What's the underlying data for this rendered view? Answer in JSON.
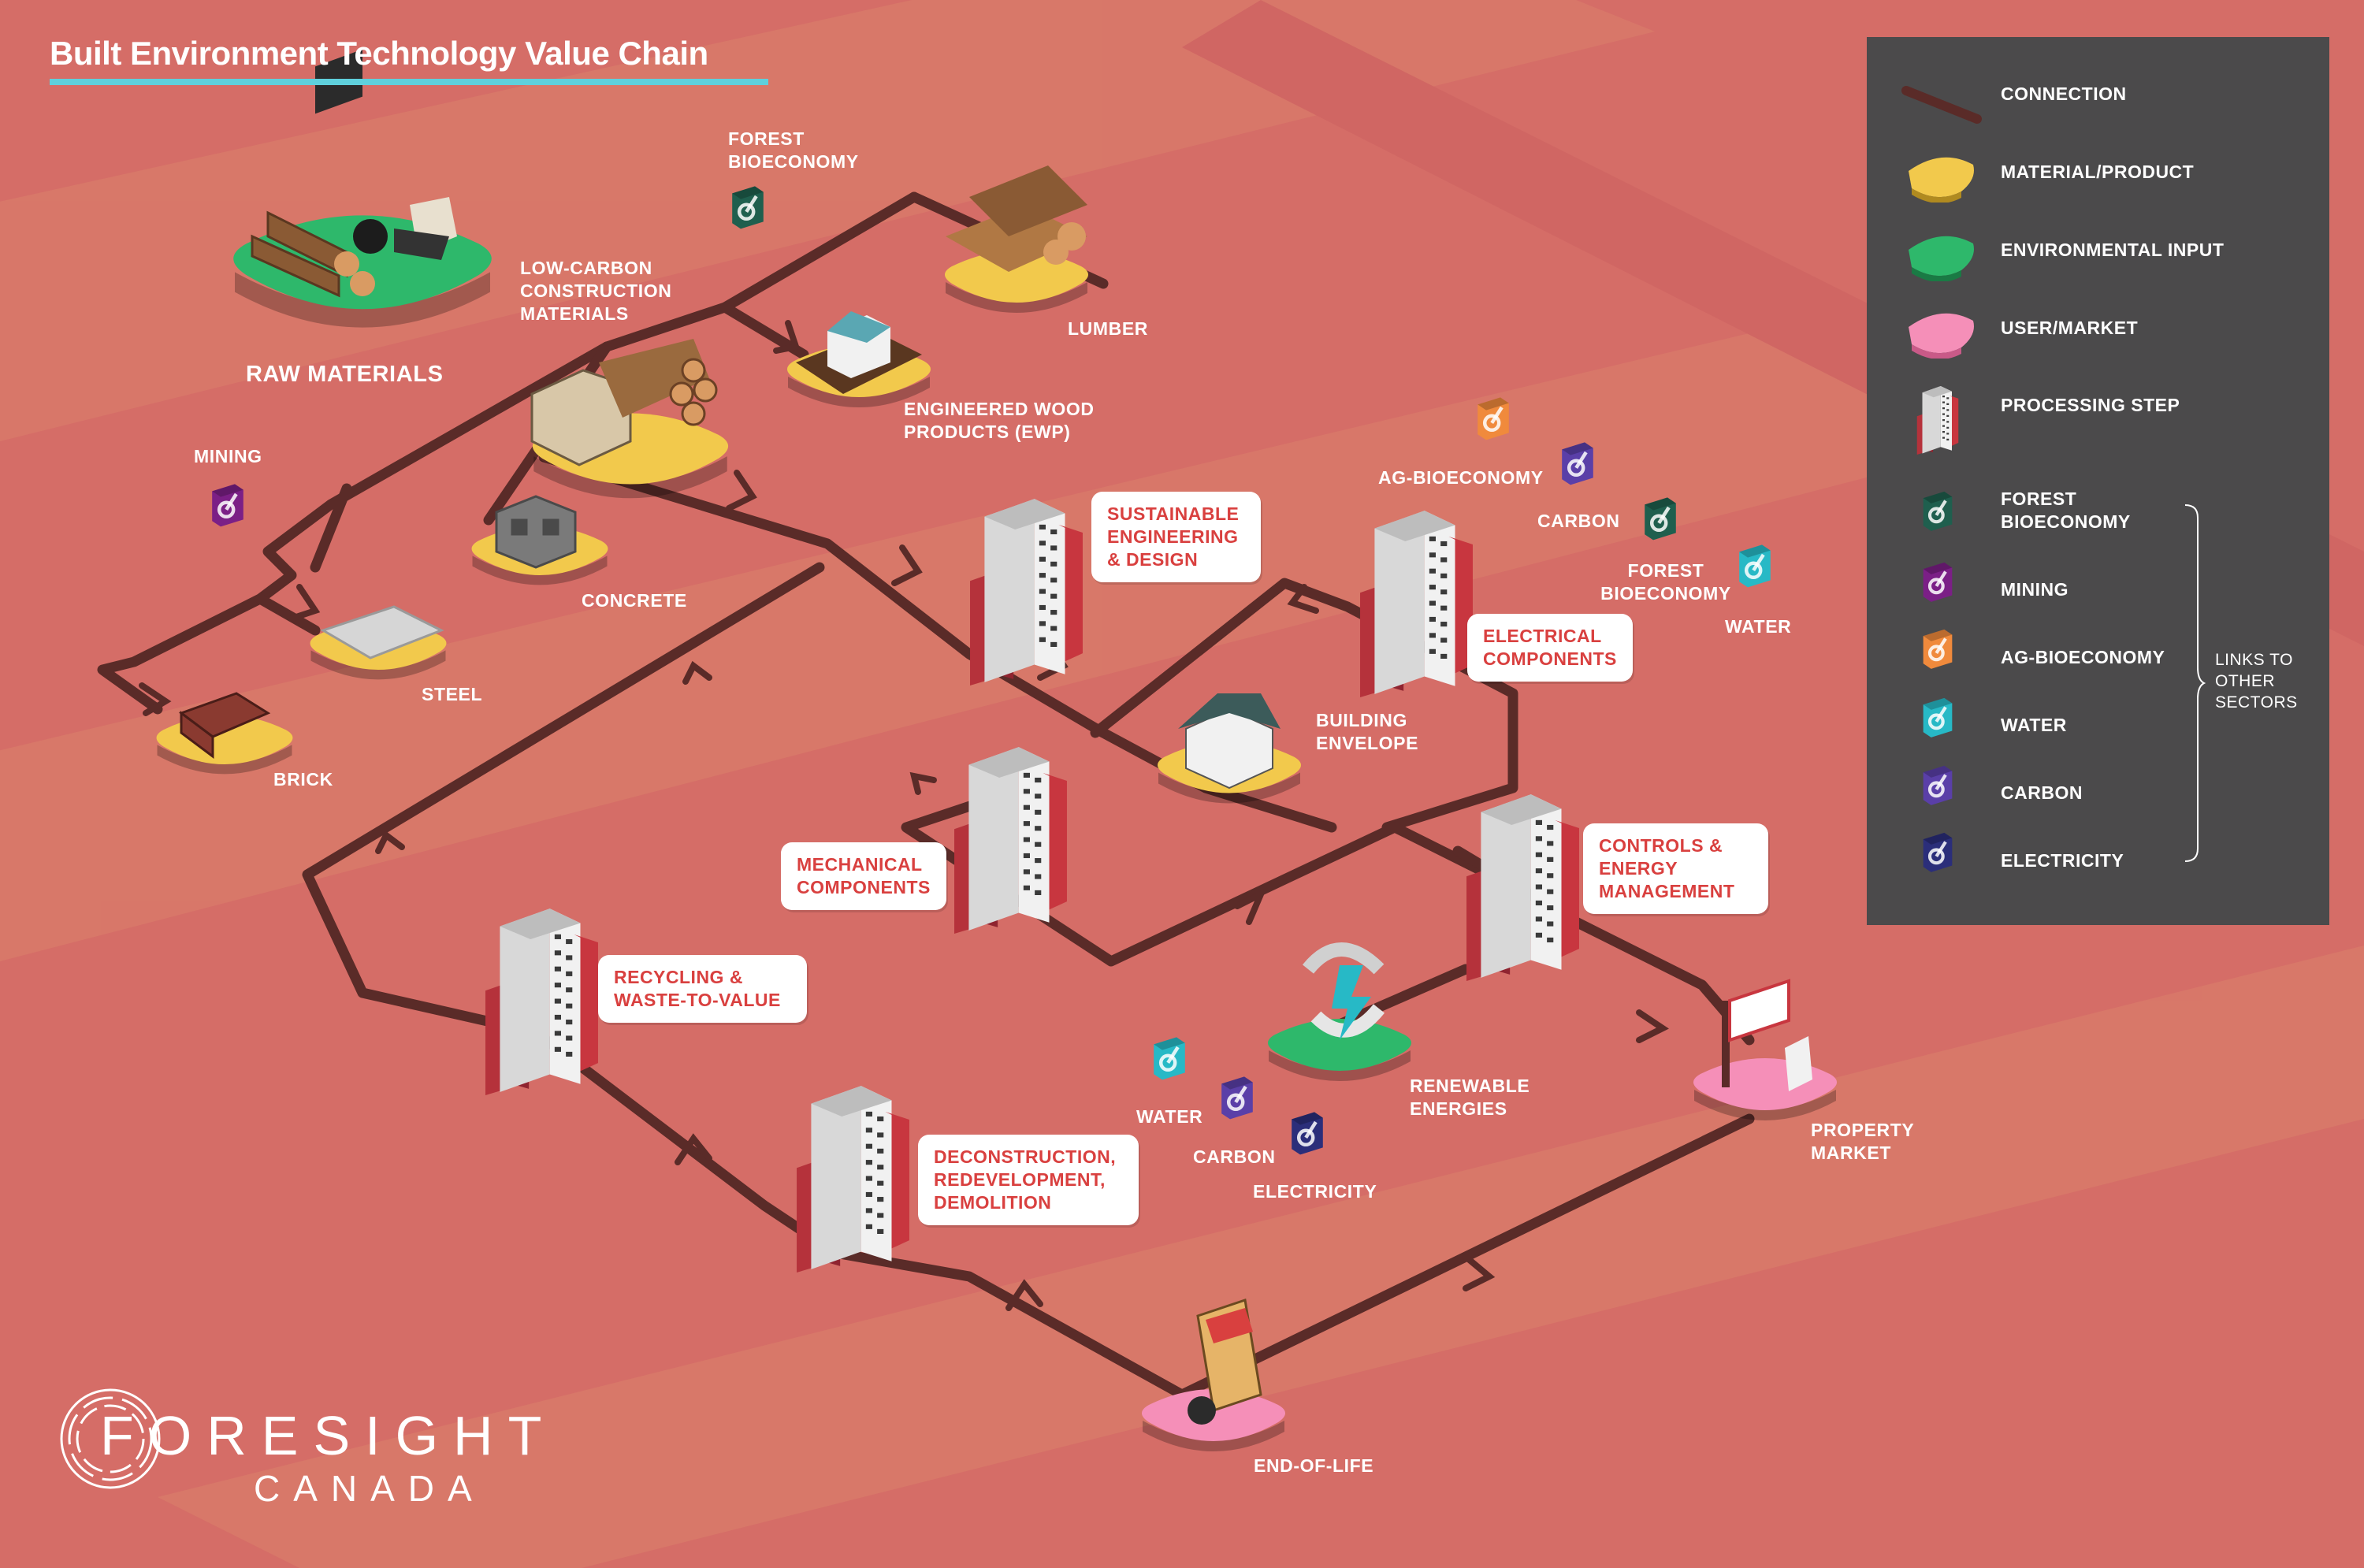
{
  "title": "Built Environment Technology Value Chain",
  "colors": {
    "background": "#d56d67",
    "connection": "#5a2b28",
    "material": "#f2c94c",
    "environmental": "#2eb86b",
    "user_market": "#f58fb8",
    "building": "#d9d9d9",
    "building_accent": "#c8363f",
    "label_text": "#d9403f",
    "legend_bg": "#4b4a4b",
    "title_rule": "#5fd0dc"
  },
  "nodes": {
    "raw_materials": "RAW MATERIALS",
    "low_carbon": "LOW-CARBON CONSTRUCTION MATERIALS",
    "lumber": "LUMBER",
    "ewp": "ENGINEERED WOOD PRODUCTS (EWP)",
    "concrete": "CONCRETE",
    "steel": "STEEL",
    "brick": "BRICK",
    "building_envelope": "BUILDING ENVELOPE",
    "renewable_energies": "RENEWABLE ENERGIES",
    "property_market": "PROPERTY MARKET",
    "end_of_life": "END-OF-LIFE"
  },
  "sector_links": {
    "forest_top": "FOREST BIOECONOMY",
    "mining": "MINING",
    "ag_bioeconomy": "AG-BIOECONOMY",
    "carbon_top": "CARBON",
    "forest_right": "FOREST BIOECONOMY",
    "water_right": "WATER",
    "water_bottom": "WATER",
    "carbon_bottom": "CARBON",
    "electricity_bottom": "ELECTRICITY"
  },
  "processing_steps": {
    "sustainable_engineering": "SUSTAINABLE ENGINEERING & DESIGN",
    "electrical_components": "ELECTRICAL COMPONENTS",
    "mechanical_components": "MECHANICAL COMPONENTS",
    "controls_energy": "CONTROLS & ENERGY MANAGEMENT",
    "recycling": "RECYCLING & WASTE-TO-VALUE",
    "deconstruction": "DECONSTRUCTION, REDEVELOPMENT, DEMOLITION"
  },
  "legend": {
    "connection": "CONNECTION",
    "material_product": "MATERIAL/PRODUCT",
    "environmental_input": "ENVIRONMENTAL INPUT",
    "user_market": "USER/MARKET",
    "processing_step": "PROCESSING STEP",
    "forest_bioeconomy": "FOREST BIOECONOMY",
    "mining": "MINING",
    "ag_bioeconomy": "AG-BIOECONOMY",
    "water": "WATER",
    "carbon": "CARBON",
    "electricity": "ELECTRICITY",
    "links_note": "LINKS TO OTHER SECTORS",
    "sector_colors": {
      "forest": "#1f5f4e",
      "mining": "#7b1f86",
      "ag": "#f08a3c",
      "water": "#27b9c6",
      "carbon": "#5a3fa8",
      "electricity": "#2b2e7a"
    }
  },
  "brand": {
    "name": "FORESIGHT",
    "sub": "CANADA"
  }
}
